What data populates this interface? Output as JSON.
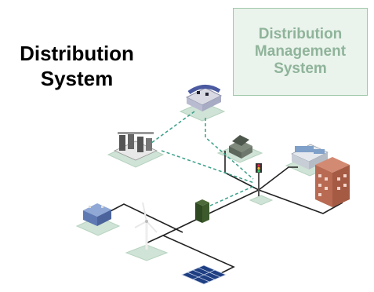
{
  "title": {
    "line1": "Distribution",
    "line2": "System"
  },
  "management_box": {
    "line1": "Distribution",
    "line2": "Management",
    "line3": "System"
  },
  "colors": {
    "power_line": "#222222",
    "comm_link": "#3aa08a",
    "tile": "#cfe3d6",
    "box_border": "#9fc7a9",
    "box_fill": "#eaf3ec",
    "box_text": "#8fb49a"
  },
  "icons": [
    "control-center-icon",
    "substation-icon",
    "house-icon",
    "factory-icon",
    "office-building-icon",
    "traffic-signal-icon",
    "battery-storage-icon",
    "transformer-cabinet-icon",
    "wind-turbine-icon",
    "solar-panel-icon"
  ]
}
